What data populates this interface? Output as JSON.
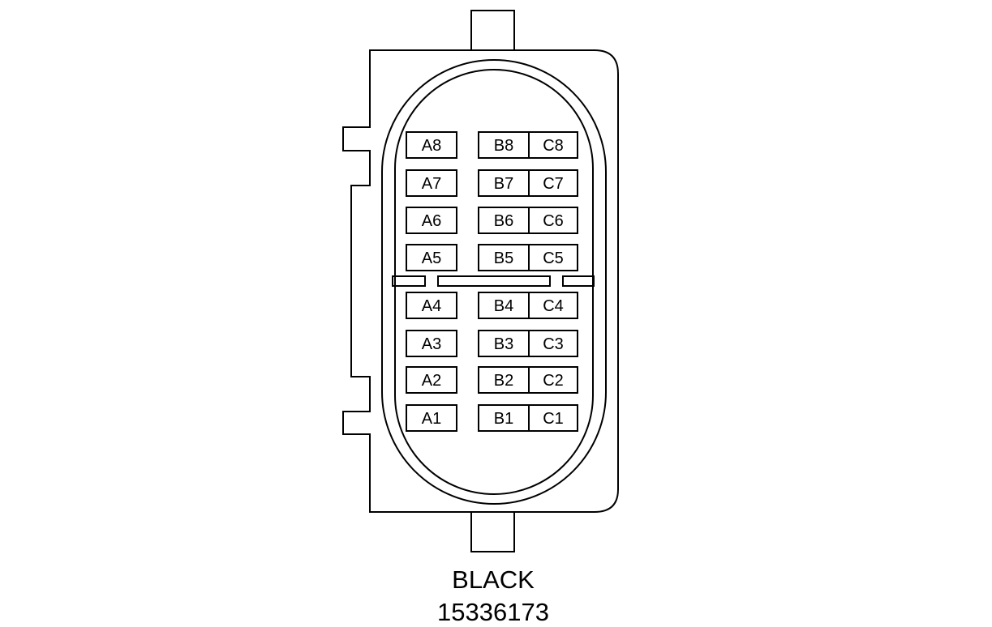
{
  "connector": {
    "color_label": "BLACK",
    "part_number": "15336173",
    "stroke_color": "#000000",
    "background_color": "#ffffff"
  },
  "pins": {
    "left_column": [
      "A8",
      "A7",
      "A6",
      "A5",
      "A4",
      "A3",
      "A2",
      "A1"
    ],
    "middle_column": [
      "B8",
      "B7",
      "B6",
      "B5",
      "B4",
      "B3",
      "B2",
      "B1"
    ],
    "right_column": [
      "C8",
      "C7",
      "C6",
      "C5",
      "C4",
      "C3",
      "C2",
      "C1"
    ]
  }
}
